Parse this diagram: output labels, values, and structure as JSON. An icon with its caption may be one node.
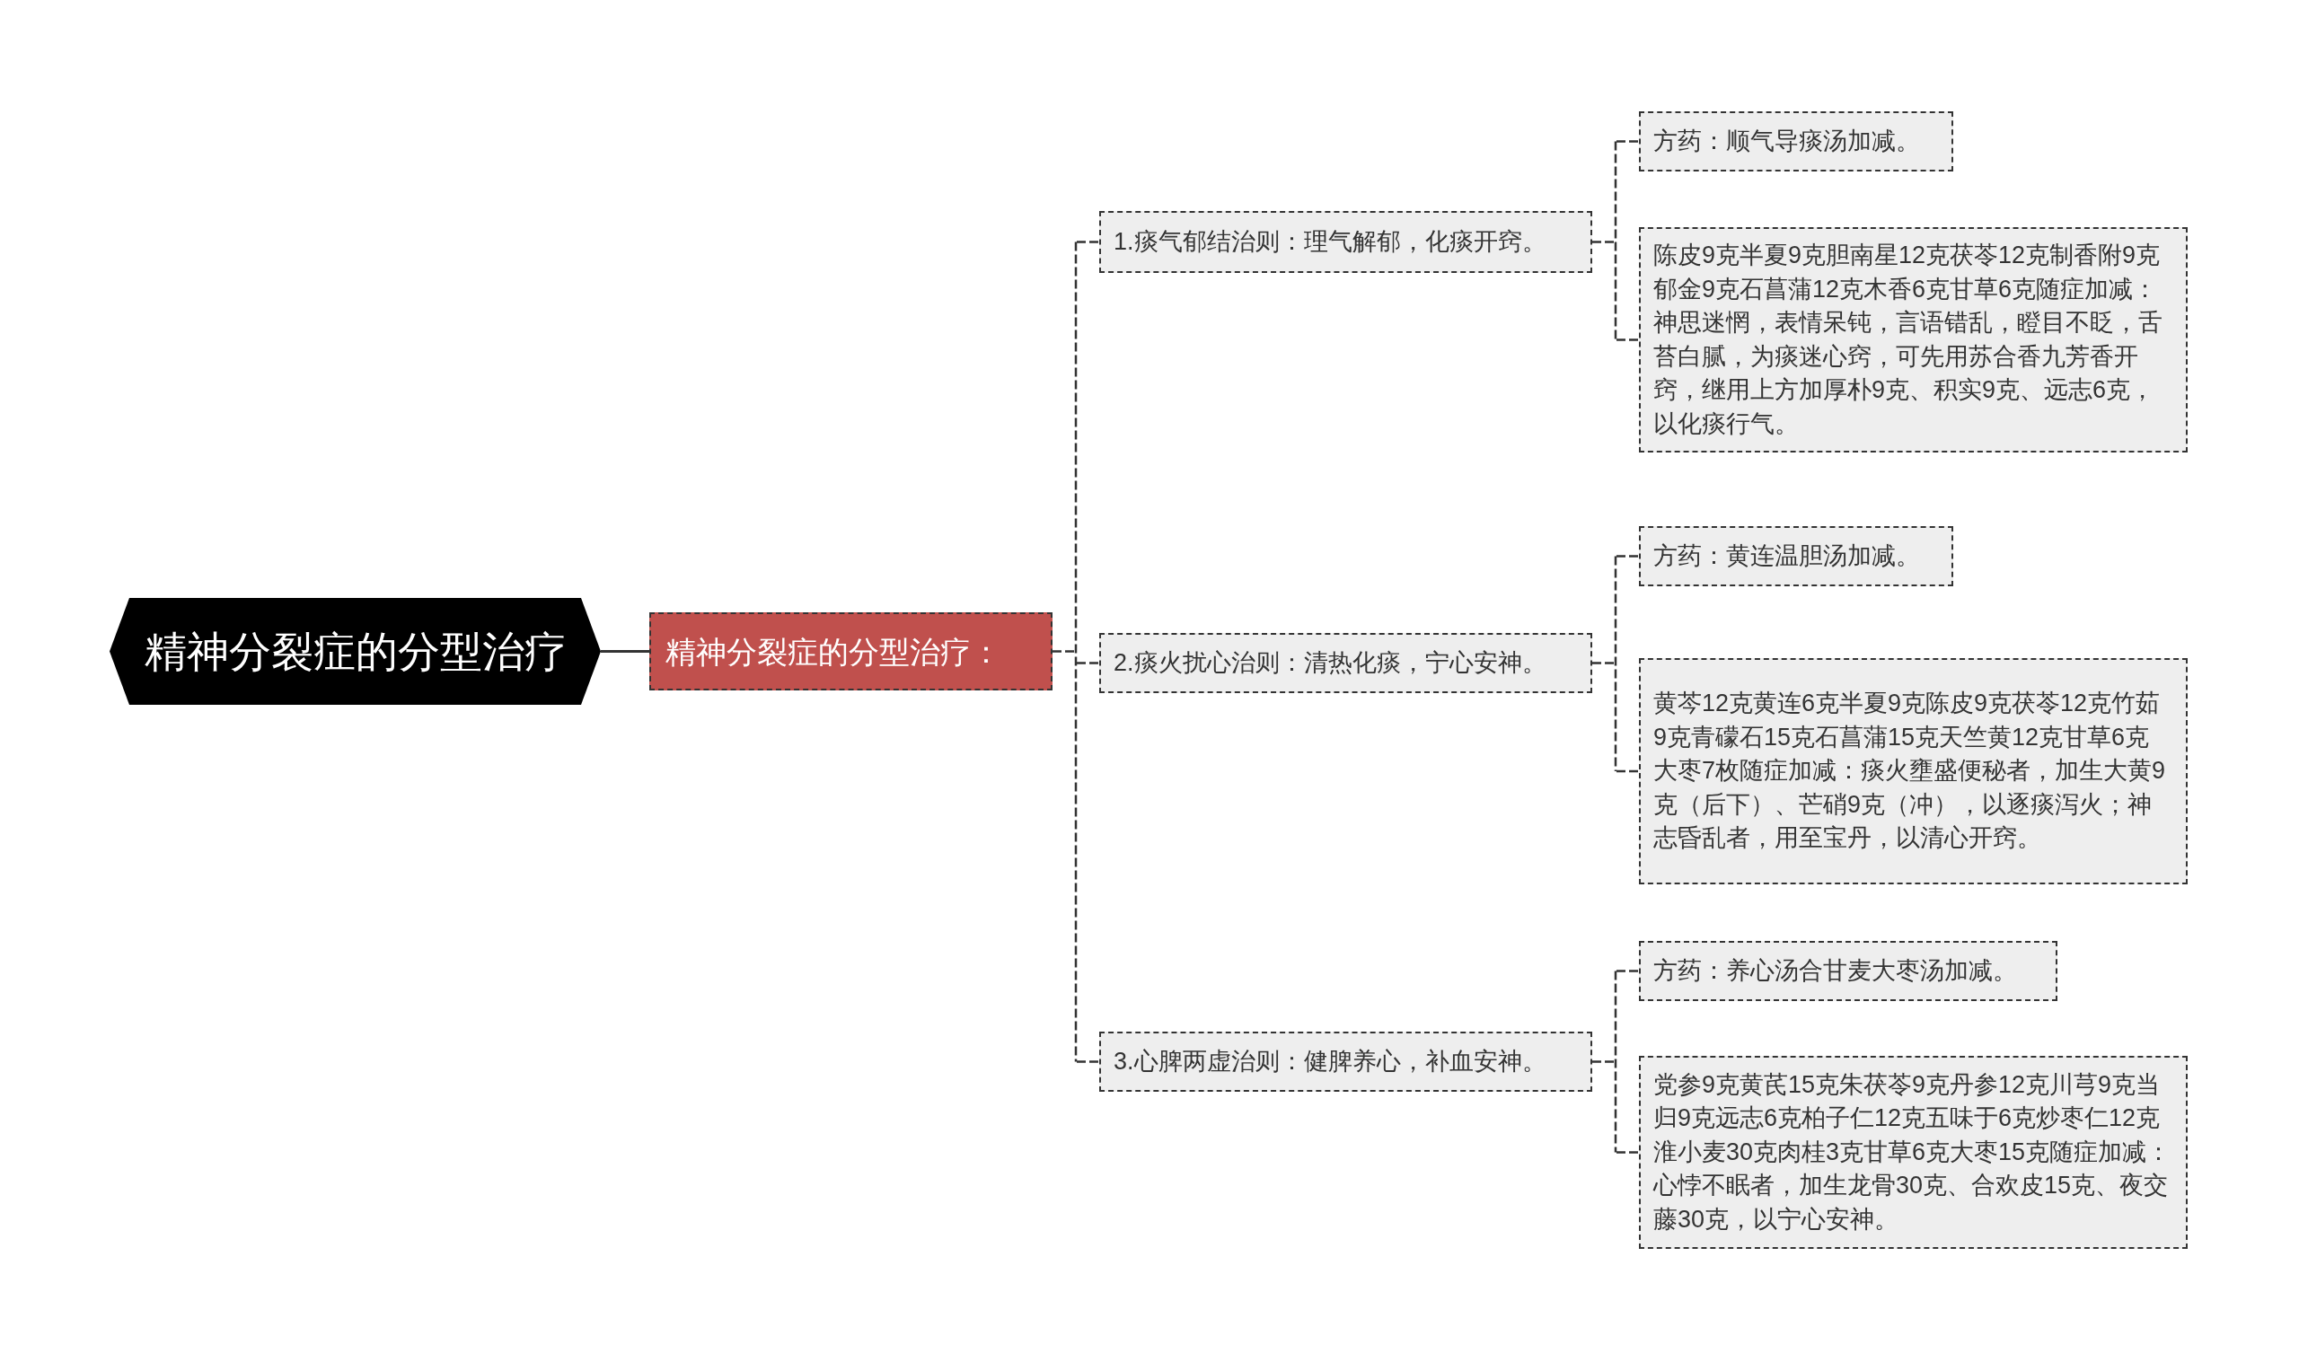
{
  "diagram": {
    "nodes": [
      {
        "text": [
          "精神分裂症的分型治疗"
        ]
      },
      {
        "text": [
          "精神分裂症的分型治疗："
        ]
      },
      {
        "text": [
          "1.痰气郁结治则：理气解郁，化痰开窍。"
        ]
      },
      {
        "text": [
          "方药：顺气导痰汤加减。"
        ]
      },
      {
        "text": [
          "陈皮9克半夏9克胆南星12克茯苓12克制香附9克郁金9克石菖蒲12克木香6克甘草6克随症加减：神思迷惘，表情呆钝，言语错乱，瞪目不眨，舌苔白腻，为痰迷心窍，可先用苏合香九芳香开窍，继用上方加厚朴9克、积实9克、远志6克，以化痰行气。"
        ]
      },
      {
        "text": [
          "2.痰火扰心治则：清热化痰，宁心安神。"
        ]
      },
      {
        "text": [
          "方药：黄连温胆汤加减。"
        ]
      },
      {
        "text": [
          "黄芩12克黄连6克半夏9克陈皮9克茯苓12克竹茹9克青礞石15克石菖蒲15克天竺黄12克甘草6克大枣7枚随症加减：痰火壅盛便秘者，加生大黄9克（后下）、芒硝9克（冲），以逐痰泻火；神志昏乱者，用至宝丹，以清心开窍。"
        ]
      },
      {
        "text": [
          "3.心脾两虚治则：健脾养心，补血安神。"
        ]
      },
      {
        "text": [
          "方药：养心汤合甘麦大枣汤加减。"
        ]
      },
      {
        "text": [
          "党参9克黄芪15克朱茯苓9克丹参12克川芎9克当归9克远志6克柏子仁12克五味于6克炒枣仁12克淮小麦30克肉桂3克甘草6克大枣15克随症加减：心悖不眠者，加生龙骨30克、合欢皮15克、夜交藤30克，以宁心安神。"
        ]
      }
    ],
    "edges": [
      {
        "from": 0,
        "to": 1,
        "arrow": "none"
      },
      {
        "from": 1,
        "to": 2,
        "arrow": "none",
        "style": "dashed"
      },
      {
        "from": 1,
        "to": 5,
        "arrow": "none",
        "style": "dashed"
      },
      {
        "from": 1,
        "to": 8,
        "arrow": "none",
        "style": "dashed"
      },
      {
        "from": 2,
        "to": 3,
        "arrow": "none",
        "style": "dashed"
      },
      {
        "from": 2,
        "to": 4,
        "arrow": "none",
        "style": "dashed"
      },
      {
        "from": 5,
        "to": 6,
        "arrow": "none",
        "style": "dashed"
      },
      {
        "from": 5,
        "to": 7,
        "arrow": "none",
        "style": "dashed"
      },
      {
        "from": 8,
        "to": 9,
        "arrow": "none",
        "style": "dashed"
      },
      {
        "from": 8,
        "to": 10,
        "arrow": "none",
        "style": "dashed"
      }
    ]
  }
}
